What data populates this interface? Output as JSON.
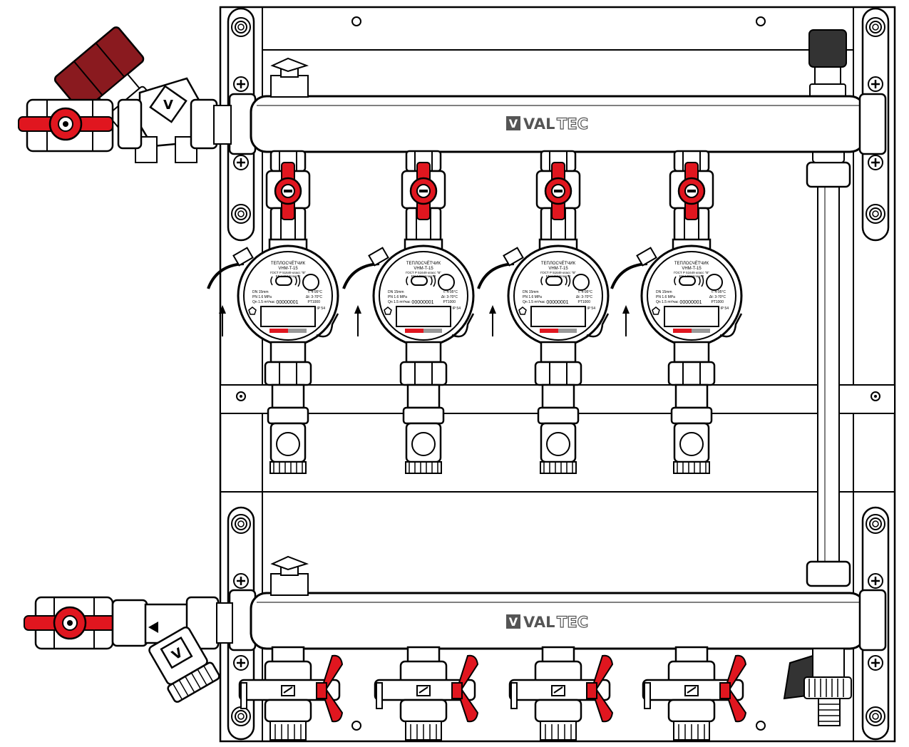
{
  "brand": {
    "logo_main": "VAL",
    "logo_tail": "TEC",
    "logo_symbol": "V"
  },
  "meter": {
    "title": "ТЕПЛОСЧЁТЧИК",
    "model": "VHM-T-15",
    "standard": "ГОСТ Р 51649 класс \"В\"",
    "standard_en": "EN 1434 Класс 2",
    "dn": "DN 15mm",
    "pn": "PN 1.6 MPa",
    "qn": "Qn 1.5 m³/час",
    "temp_range": "t: 4-95°C",
    "delta_t": "Δt: 3-70°C",
    "sensor": "PT1000",
    "serial": "00000001",
    "ip": "IP 54"
  },
  "meters": [
    {
      "id": 1
    },
    {
      "id": 2
    },
    {
      "id": 3
    },
    {
      "id": 4
    }
  ],
  "colors": {
    "outline": "#000000",
    "valve_handle": "#e0161f",
    "valve_handle_dark": "#8a1a1f",
    "background": "#ffffff",
    "dark_cap": "#333333"
  },
  "icons": [
    "flow-arrow-icon",
    "mounting-bolt-icon",
    "butterfly-handle-icon",
    "ball-valve-handle-icon"
  ]
}
